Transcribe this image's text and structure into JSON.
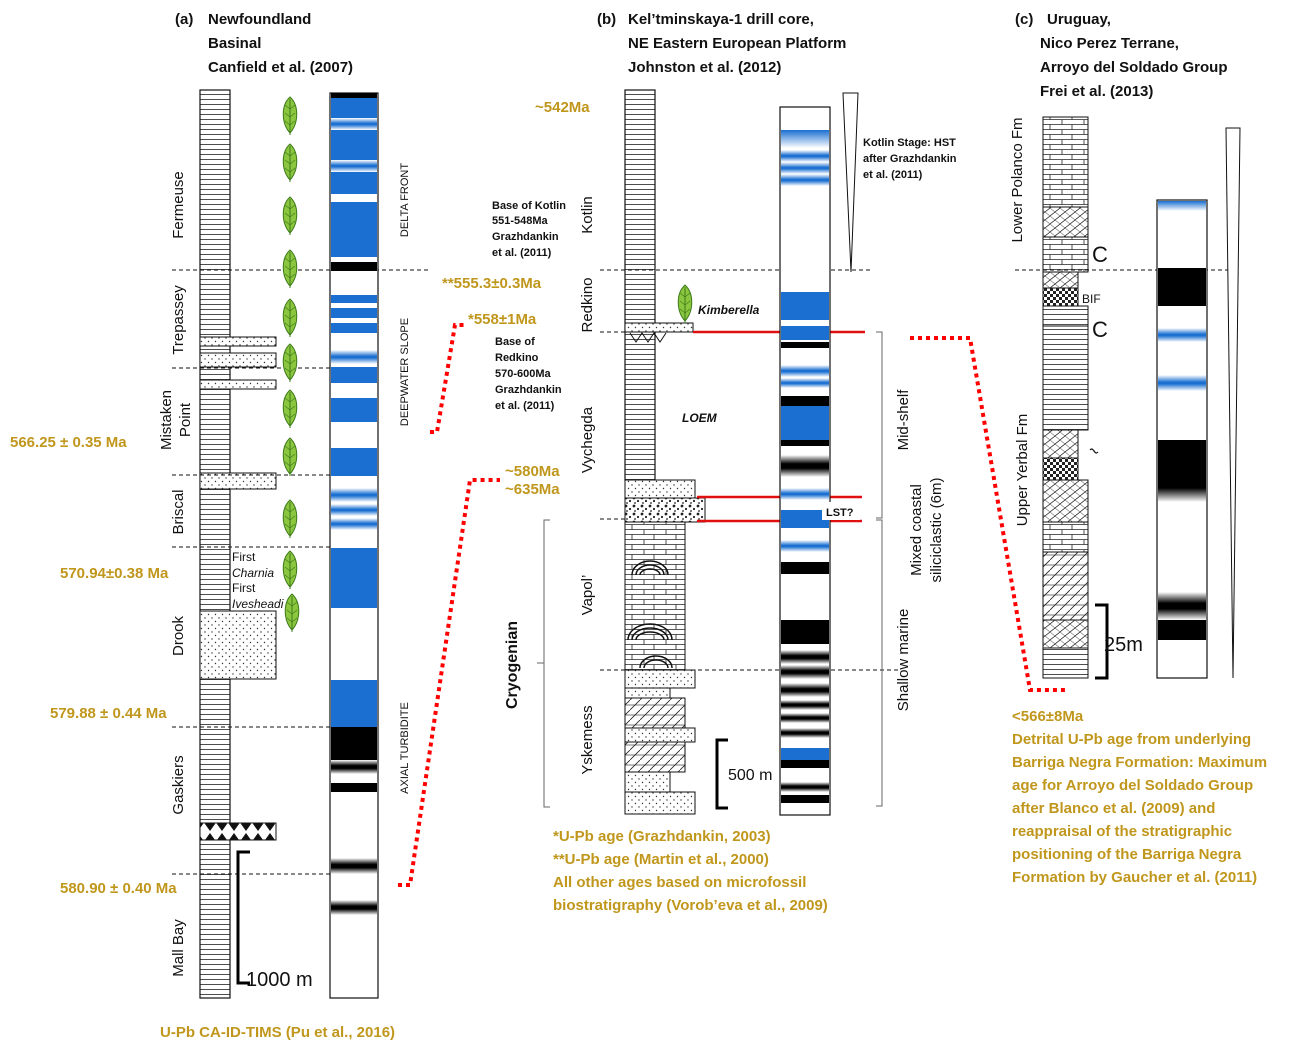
{
  "panel_a": {
    "label": "(a)",
    "title": [
      "Newfoundland",
      "Basinal",
      "Canfield et al. (2007)"
    ],
    "formations": [
      "Fermeuse",
      "Trepassey",
      "Mistaken",
      "Point",
      "Briscal",
      "Drook",
      "Gaskiers",
      "Mall Bay"
    ],
    "ages": [
      "566.25 ± 0.35 Ma",
      "570.94±0.38 Ma",
      "579.88 ± 0.44 Ma",
      "580.90 ± 0.40 Ma"
    ],
    "fossil_notes": [
      "First",
      "Charnia",
      "First",
      "Ivesheadi"
    ],
    "environments": [
      "DELTA FRONT",
      "DEEPWATER SLOPE",
      "AXIAL TURBIDITE"
    ],
    "scale": "1000  m",
    "footnote": "U-Pb CA-ID-TIMS (Pu et al., 2016)"
  },
  "panel_b": {
    "label": "(b)",
    "title": [
      "Kel’tminskaya-1 drill core,",
      "NE Eastern European Platform",
      "Johnston et al. (2012)"
    ],
    "formations": [
      "Kotlin",
      "Redkino",
      "Vychegda",
      "Vapol’",
      "Yskemess"
    ],
    "period": "Cryogenian",
    "ages": [
      "~542Ma",
      "**555.3±0.3Ma",
      "*558±1Ma",
      "~580Ma",
      "~635Ma"
    ],
    "base_kotlin": [
      "Base of Kotlin",
      "551-548Ma",
      "Grazhdankin",
      "et al. (2011)"
    ],
    "base_redkino": [
      "Base of",
      "Redkino",
      "570-600Ma",
      "Grazhdankin",
      "et al. (2011)"
    ],
    "kotlin_stage": [
      "Kotlin Stage: HST",
      "after Grazhdankin",
      "et al. (2011)"
    ],
    "fossil": "Kimberella",
    "loem": "LOEM",
    "lst": "LST?",
    "environments": [
      "Mid-shelf",
      "Mixed coastal",
      "siliciclastic (6m)",
      "Shallow marine"
    ],
    "scale": "500  m",
    "footnotes": [
      "*U-Pb age (Grazhdankin, 2003)",
      "**U-Pb age (Martin et al., 2000)",
      "All other ages based on microfossil",
      "biostratigraphy (Vorob’eva et al., 2009)"
    ]
  },
  "panel_c": {
    "label": "(c)",
    "title": [
      "Uruguay,",
      "Nico Perez Terrane,",
      "Arroyo del Soldado Group",
      "Frei et al. (2013)"
    ],
    "formations": [
      "Lower Polanco Fm",
      "Upper Yerbal Fm"
    ],
    "markers": [
      "C",
      "BIF",
      "C"
    ],
    "scale": "25m",
    "ages": [
      "<566±8Ma"
    ],
    "note": [
      "Detrital U-Pb age from underlying",
      "Barriga Negra Formation: Maximum",
      "age for Arroyo del Soldado Group",
      "after Blanco et al. (2009) and",
      "reappraisal of the stratigraphic",
      "positioning of the Barriga Negra",
      "Formation by Gaucher et al. (2011)"
    ]
  },
  "colors": {
    "accent_gold": "#C0971C",
    "blue": "#1a6fd1",
    "red_tie": "#e01010",
    "dotted_red": "#ff0000"
  }
}
